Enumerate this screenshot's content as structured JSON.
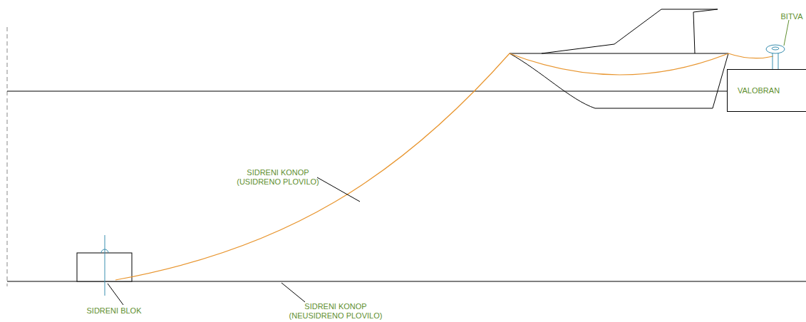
{
  "diagram": {
    "nodes": [
      {
        "text": [
          "VALOBRAN"
        ]
      }
    ],
    "labels": [
      "BITVA",
      "SIDRENI KONOP (USIDRENO PLOVILO)",
      "SIDRENI BLOK",
      "SIDRENI KONOP (NEUSIDRENO PLOVILO)"
    ]
  }
}
